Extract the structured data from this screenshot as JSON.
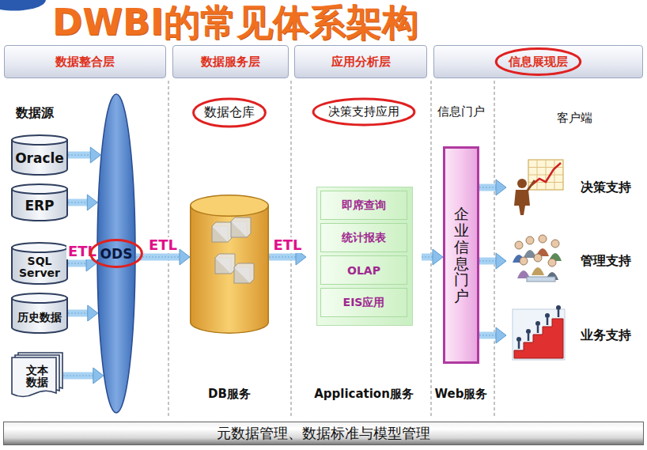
{
  "diagram": {
    "title": "DWBI的常见体系架构",
    "nodes": [
      {
        "text": [
          "数据整合层"
        ]
      },
      {
        "text": [
          "数据服务层"
        ]
      },
      {
        "text": [
          "应用分析层"
        ]
      },
      {
        "text": [
          "信息展现层"
        ]
      },
      {
        "text": [
          "Oracle"
        ]
      },
      {
        "text": [
          "ERP"
        ]
      },
      {
        "text": [
          "SQL Server"
        ]
      },
      {
        "text": [
          "历史数据"
        ]
      },
      {
        "text": [
          "文本数据"
        ]
      },
      {
        "text": [
          "ODS"
        ]
      },
      {
        "text": [
          "数据仓库",
          "DB服务"
        ]
      },
      {
        "text": [
          "决策支持应用",
          "Application服务"
        ]
      },
      {
        "text": [
          "即席查询"
        ],
        "in": 11
      },
      {
        "text": [
          "统计报表"
        ],
        "in": 11
      },
      {
        "text": [
          "OLAP"
        ],
        "in": 11
      },
      {
        "text": [
          "EIS应用"
        ],
        "in": 11
      },
      {
        "text": [
          "信息门户",
          "企业信息门户",
          "Web服务"
        ]
      },
      {
        "text": [
          "决策支持"
        ]
      },
      {
        "text": [
          "管理支持"
        ]
      },
      {
        "text": [
          "业务支持"
        ]
      },
      {
        "text": [
          "元数据管理、数据标准与模型管理"
        ]
      }
    ],
    "edges": [
      {
        "from": 4,
        "to": 9,
        "arrow": "to"
      },
      {
        "from": 5,
        "to": 9,
        "arrow": "to"
      },
      {
        "from": 6,
        "to": 9,
        "label": "ETL",
        "arrow": "to"
      },
      {
        "from": 7,
        "to": 9,
        "arrow": "to"
      },
      {
        "from": 8,
        "to": 9,
        "arrow": "to"
      },
      {
        "from": 9,
        "to": 10,
        "label": "ETL",
        "arrow": "to"
      },
      {
        "from": 10,
        "to": 11,
        "label": "ETL",
        "arrow": "to"
      },
      {
        "from": 11,
        "to": 16,
        "arrow": "to"
      },
      {
        "from": 16,
        "to": 17,
        "arrow": "to"
      },
      {
        "from": 16,
        "to": 18,
        "arrow": "to"
      },
      {
        "from": 16,
        "to": 19,
        "arrow": "to"
      }
    ],
    "labels": [
      "数据源",
      "客户端"
    ]
  }
}
